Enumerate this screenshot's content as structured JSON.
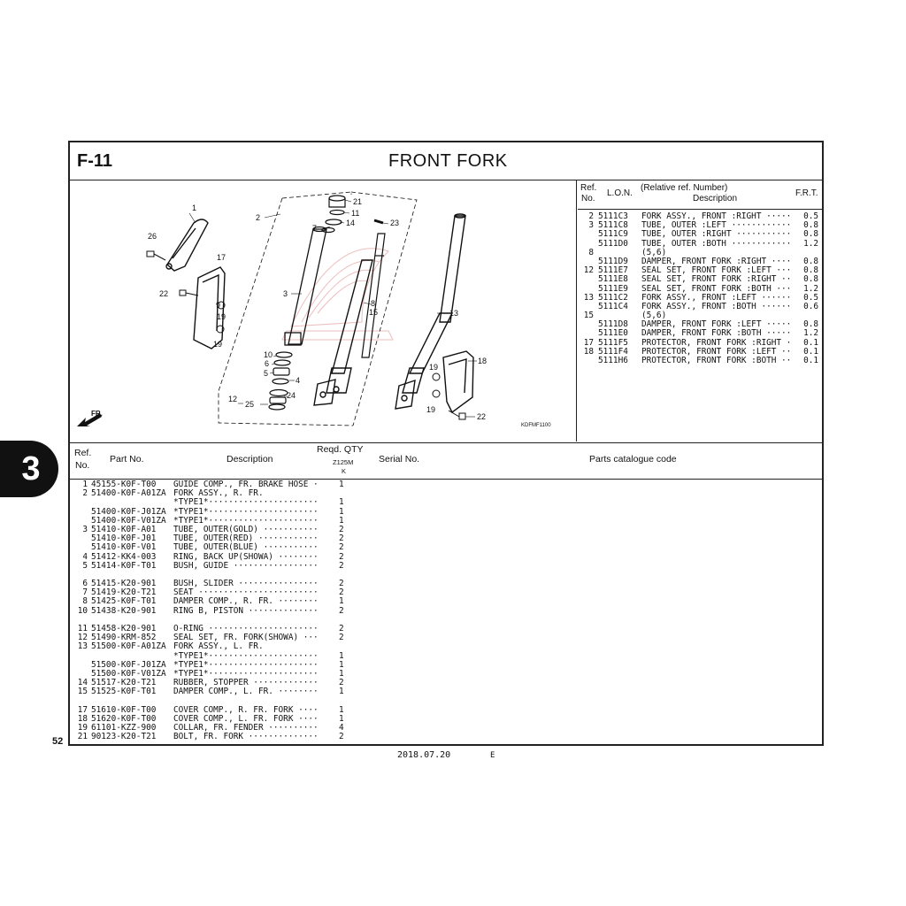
{
  "page": {
    "section_tab": "3",
    "page_number": "52",
    "date": "2018.07.20",
    "edition": "E"
  },
  "header": {
    "code": "F-11",
    "title": "FRONT FORK"
  },
  "diagram": {
    "callouts": [
      "1",
      "2",
      "3",
      "4",
      "5",
      "6",
      "7",
      "8",
      "9",
      "10",
      "11",
      "12",
      "13",
      "14",
      "15",
      "17",
      "18",
      "19",
      "19",
      "19",
      "19",
      "21",
      "22",
      "22",
      "23",
      "24",
      "25",
      "26"
    ],
    "direction_label": "FR.",
    "drawing_code": "KDFMF1100"
  },
  "ref_table": {
    "headers": {
      "ref_no_line1": "Ref.",
      "ref_no_line2": "No.",
      "lon": "L.O.N.",
      "desc_line1": "(Relative ref. Number)",
      "desc_line2": "Description",
      "frt": "F.R.T."
    },
    "rows": [
      {
        "ref": "2",
        "lon": "5111C3",
        "desc": "FORK ASSY., FRONT :RIGHT ·····",
        "frt": "0.5"
      },
      {
        "ref": "3",
        "lon": "5111C8",
        "desc": "TUBE, OUTER :LEFT ············",
        "frt": "0.8"
      },
      {
        "ref": "",
        "lon": "5111C9",
        "desc": "TUBE, OUTER :RIGHT ···········",
        "frt": "0.8"
      },
      {
        "ref": "",
        "lon": "5111D0",
        "desc": "TUBE, OUTER :BOTH ············",
        "frt": "1.2"
      },
      {
        "ref": "8",
        "lon": "",
        "desc": "(5,6)",
        "frt": ""
      },
      {
        "ref": "",
        "lon": "5111D9",
        "desc": "DAMPER, FRONT FORK :RIGHT ····",
        "frt": "0.8"
      },
      {
        "ref": "12",
        "lon": "5111E7",
        "desc": "SEAL SET, FRONT FORK :LEFT ···",
        "frt": "0.8"
      },
      {
        "ref": "",
        "lon": "5111E8",
        "desc": "SEAL SET, FRONT FORK :RIGHT ··",
        "frt": "0.8"
      },
      {
        "ref": "",
        "lon": "5111E9",
        "desc": "SEAL SET, FRONT FORK :BOTH ···",
        "frt": "1.2"
      },
      {
        "ref": "13",
        "lon": "5111C2",
        "desc": "FORK ASSY., FRONT :LEFT ······",
        "frt": "0.5"
      },
      {
        "ref": "",
        "lon": "5111C4",
        "desc": "FORK ASSY., FRONT :BOTH ······",
        "frt": "0.6"
      },
      {
        "ref": "15",
        "lon": "",
        "desc": "(5,6)",
        "frt": ""
      },
      {
        "ref": "",
        "lon": "5111D8",
        "desc": "DAMPER, FRONT FORK :LEFT ·····",
        "frt": "0.8"
      },
      {
        "ref": "",
        "lon": "5111E0",
        "desc": "DAMPER, FRONT FORK :BOTH ·····",
        "frt": "1.2"
      },
      {
        "ref": "17",
        "lon": "5111F5",
        "desc": "PROTECTOR, FRONT FORK :RIGHT ·",
        "frt": "0.1"
      },
      {
        "ref": "18",
        "lon": "5111F4",
        "desc": "PROTECTOR, FRONT FORK :LEFT ··",
        "frt": "0.1"
      },
      {
        "ref": "",
        "lon": "5111H6",
        "desc": "PROTECTOR, FRONT FORK :BOTH ··",
        "frt": "0.1"
      }
    ]
  },
  "parts_table": {
    "headers": {
      "ref_line1": "Ref.",
      "ref_line2": "No.",
      "part_no": "Part No.",
      "description": "Description",
      "qty": "Reqd. QTY",
      "model": "Z125M",
      "model_sub": "K",
      "serial": "Serial No.",
      "catalogue": "Parts catalogue code"
    },
    "rows": [
      {
        "ref": "1",
        "pn": "45155-K0F-T00",
        "desc": "GUIDE COMP., FR. BRAKE HOSE ·",
        "qty": "1"
      },
      {
        "ref": "2",
        "pn": "51400-K0F-A01ZA",
        "desc": "FORK ASSY., R. FR.",
        "qty": ""
      },
      {
        "ref": "",
        "pn": "",
        "desc": "*TYPE1*······················",
        "qty": "1"
      },
      {
        "ref": "",
        "pn": "51400-K0F-J01ZA",
        "desc": "*TYPE1*······················",
        "qty": "1"
      },
      {
        "ref": "",
        "pn": "51400-K0F-V01ZA",
        "desc": "*TYPE1*······················",
        "qty": "1"
      },
      {
        "ref": "3",
        "pn": "51410-K0F-A01",
        "desc": "TUBE, OUTER(GOLD) ···········",
        "qty": "2"
      },
      {
        "ref": "",
        "pn": "51410-K0F-J01",
        "desc": "TUBE, OUTER(RED) ············",
        "qty": "2"
      },
      {
        "ref": "",
        "pn": "51410-K0F-V01",
        "desc": "TUBE, OUTER(BLUE) ···········",
        "qty": "2"
      },
      {
        "ref": "4",
        "pn": "51412-KK4-003",
        "desc": "RING, BACK UP(SHOWA) ········",
        "qty": "2"
      },
      {
        "ref": "5",
        "pn": "51414-K0F-T01",
        "desc": "BUSH, GUIDE ·················",
        "qty": "2"
      },
      {
        "gap": true
      },
      {
        "ref": "6",
        "pn": "51415-K20-901",
        "desc": "BUSH, SLIDER ················",
        "qty": "2"
      },
      {
        "ref": "7",
        "pn": "51419-K20-T21",
        "desc": "SEAT ························",
        "qty": "2"
      },
      {
        "ref": "8",
        "pn": "51425-K0F-T01",
        "desc": "DAMPER COMP., R. FR. ········",
        "qty": "1"
      },
      {
        "ref": "10",
        "pn": "51438-K20-901",
        "desc": "RING B, PISTON ··············",
        "qty": "2"
      },
      {
        "gap": true
      },
      {
        "ref": "11",
        "pn": "51458-K20-901",
        "desc": "O-RING ······················",
        "qty": "2"
      },
      {
        "ref": "12",
        "pn": "51490-KRM-852",
        "desc": "SEAL SET, FR. FORK(SHOWA) ···",
        "qty": "2"
      },
      {
        "ref": "13",
        "pn": "51500-K0F-A01ZA",
        "desc": "FORK ASSY., L. FR.",
        "qty": ""
      },
      {
        "ref": "",
        "pn": "",
        "desc": "*TYPE1*······················",
        "qty": "1"
      },
      {
        "ref": "",
        "pn": "51500-K0F-J01ZA",
        "desc": "*TYPE1*······················",
        "qty": "1"
      },
      {
        "ref": "",
        "pn": "51500-K0F-V01ZA",
        "desc": "*TYPE1*······················",
        "qty": "1"
      },
      {
        "ref": "14",
        "pn": "51517-K20-T21",
        "desc": "RUBBER, STOPPER ·············",
        "qty": "2"
      },
      {
        "ref": "15",
        "pn": "51525-K0F-T01",
        "desc": "DAMPER COMP., L. FR. ········",
        "qty": "1"
      },
      {
        "gap": true
      },
      {
        "ref": "17",
        "pn": "51610-K0F-T00",
        "desc": "COVER COMP., R. FR. FORK ····",
        "qty": "1"
      },
      {
        "ref": "18",
        "pn": "51620-K0F-T00",
        "desc": "COVER COMP., L. FR. FORK ····",
        "qty": "1"
      },
      {
        "ref": "19",
        "pn": "61101-KZZ-900",
        "desc": "COLLAR, FR. FENDER ··········",
        "qty": "4"
      },
      {
        "ref": "21",
        "pn": "90123-K20-T21",
        "desc": "BOLT, FR. FORK ··············",
        "qty": "2"
      }
    ]
  }
}
